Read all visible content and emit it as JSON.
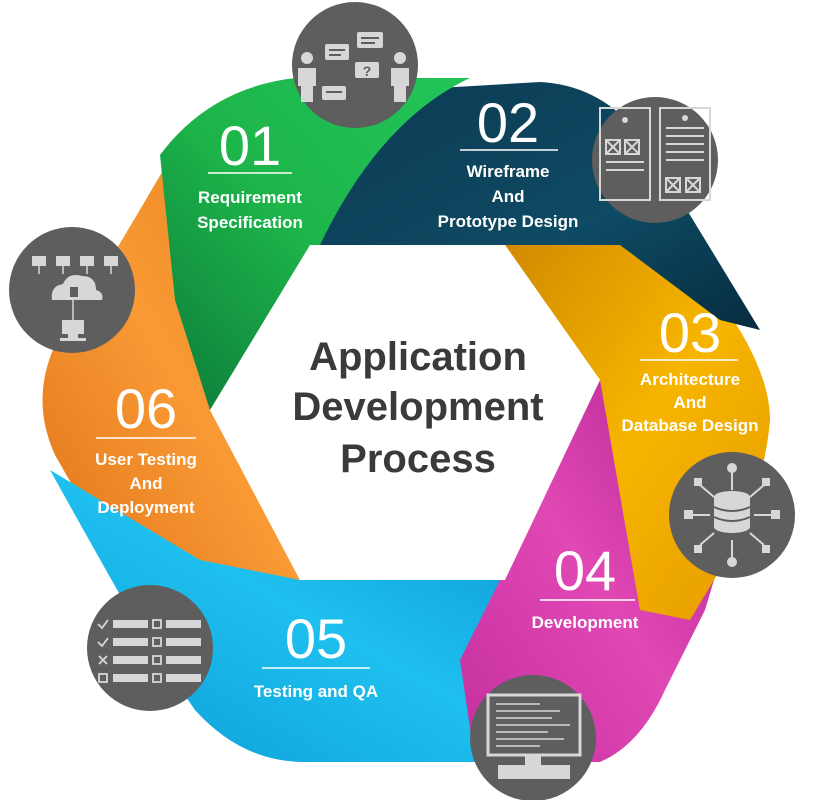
{
  "title": {
    "line1": "Application",
    "line2": "Development",
    "line3": "Process"
  },
  "steps": [
    {
      "number": "01",
      "label_line1": "Requirement",
      "label_line2": "Specification",
      "label_line3": "",
      "color": "#1db54a",
      "icon": "conversation-icon"
    },
    {
      "number": "02",
      "label_line1": "Wireframe",
      "label_line2": "And",
      "label_line3": "Prototype Design",
      "color": "#0e4a63",
      "icon": "wireframe-icon"
    },
    {
      "number": "03",
      "label_line1": "Architecture",
      "label_line2": "And",
      "label_line3": "Database Design",
      "color": "#f2a800",
      "icon": "database-network-icon"
    },
    {
      "number": "04",
      "label_line1": "Development",
      "label_line2": "",
      "label_line3": "",
      "color": "#d83aa8",
      "icon": "code-monitor-icon"
    },
    {
      "number": "05",
      "label_line1": "Testing and QA",
      "label_line2": "",
      "label_line3": "",
      "color": "#14b3e6",
      "icon": "checklist-icon"
    },
    {
      "number": "06",
      "label_line1": "User Testing",
      "label_line2": "And",
      "label_line3": "Deployment",
      "color": "#f7922b",
      "icon": "cloud-network-icon"
    }
  ],
  "colors": {
    "icon_circle": "#5e5e5e",
    "icon_stroke": "#ffffff",
    "icon_fill": "#d7d7d7",
    "title_text": "#3a3a3a"
  }
}
